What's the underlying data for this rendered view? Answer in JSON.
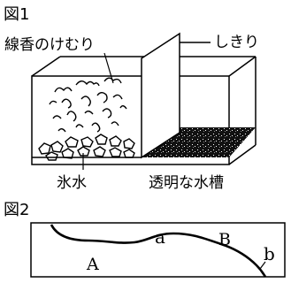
{
  "figure1": {
    "title": "図1",
    "label_smoke": "線香のけむり",
    "label_divider": "しきり",
    "label_ice_water": "氷水",
    "label_tank": "透明な水槽"
  },
  "figure2": {
    "title": "図2",
    "label_a": "a",
    "label_b_region": "B",
    "label_a_region": "A",
    "label_b_point": "b"
  },
  "colors": {
    "ink": "#000000",
    "paper": "#ffffff",
    "dark_fill": "#111111"
  }
}
